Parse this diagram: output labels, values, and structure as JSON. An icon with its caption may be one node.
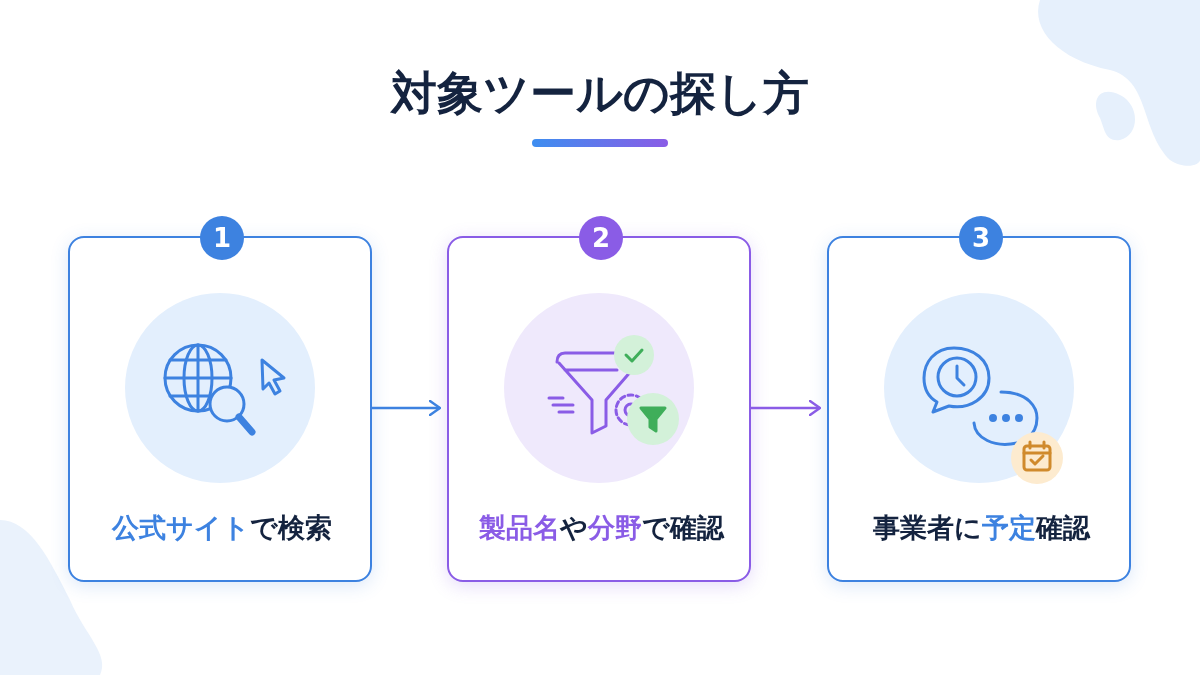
{
  "diagram": {
    "title": "対象ツールの探し方",
    "nodes": [
      {
        "text": [
          "1",
          "**公式サイト**で検索"
        ]
      },
      {
        "text": [
          "2",
          "**製品名**や**分野**で確認"
        ]
      },
      {
        "text": [
          "3",
          "事業者に**予定**確認"
        ]
      }
    ],
    "edges": [
      {
        "from": 0,
        "to": 1,
        "arrow": "to",
        "color": "#3d82e0"
      },
      {
        "from": 1,
        "to": 2,
        "arrow": "to",
        "color": "#8a5ce6"
      }
    ]
  }
}
